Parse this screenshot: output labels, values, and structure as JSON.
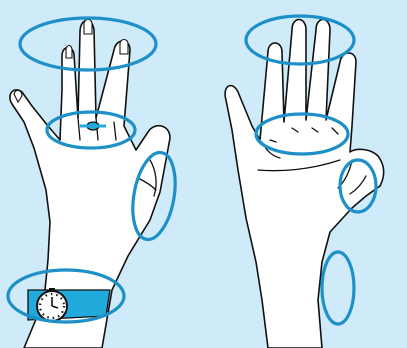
{
  "diagram": {
    "background_color": "#cfeaf8",
    "hand_fill": "#ffffff",
    "outline_color": "#111111",
    "highlight_color": "#1e90c8",
    "accessory_color": "#22aadd",
    "hands": [
      {
        "id": "back-of-hand",
        "view": "dorsal"
      },
      {
        "id": "palm-of-hand",
        "view": "palmar"
      }
    ],
    "highlight_regions": [
      {
        "hand": "back-of-hand",
        "area": "fingertips"
      },
      {
        "hand": "back-of-hand",
        "area": "ring-finger-base"
      },
      {
        "hand": "back-of-hand",
        "area": "thumb-side"
      },
      {
        "hand": "back-of-hand",
        "area": "wrist"
      },
      {
        "hand": "palm-of-hand",
        "area": "fingertips"
      },
      {
        "hand": "palm-of-hand",
        "area": "finger-creases"
      },
      {
        "hand": "palm-of-hand",
        "area": "thumb-crease"
      },
      {
        "hand": "palm-of-hand",
        "area": "wrist-side"
      }
    ],
    "accessories": [
      {
        "hand": "back-of-hand",
        "item": "ring"
      },
      {
        "hand": "back-of-hand",
        "item": "wristwatch"
      }
    ]
  }
}
